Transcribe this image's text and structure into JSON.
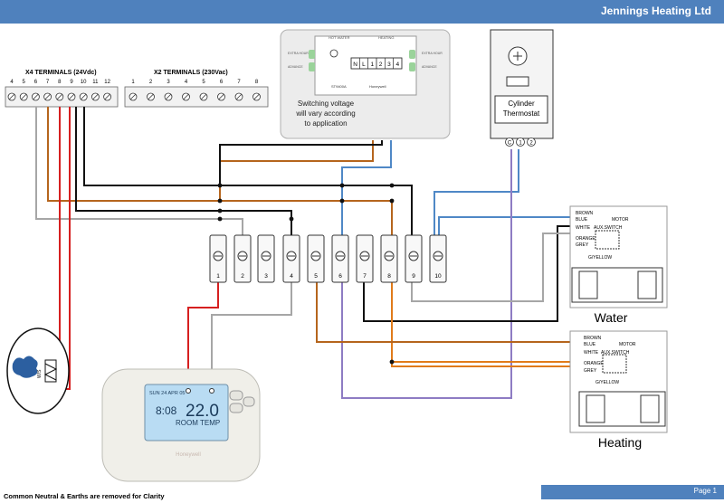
{
  "header": {
    "title": "Jennings Heating Ltd"
  },
  "footer": {
    "note": "Common Neutral & Earths are removed for Clarity",
    "page": "Page 1"
  },
  "x4": {
    "title": "X4 TERMINALS (24Vdc)",
    "labels": [
      "4",
      "5",
      "6",
      "7",
      "8",
      "9",
      "10",
      "11",
      "12"
    ]
  },
  "x2": {
    "title": "X2 TERMINALS (230Vac)",
    "labels": [
      "1",
      "2",
      "3",
      "4",
      "5",
      "6",
      "7",
      "8"
    ]
  },
  "programmer": {
    "left_top": "HOT WATER",
    "right_top": "HEATING",
    "left_a": "EXTRA HOUR",
    "left_b": "ADVANCE",
    "right_a": "EXTRA HOUR",
    "right_b": "ADVANCE",
    "terminals": [
      "N",
      "L",
      "1",
      "2",
      "3",
      "4"
    ],
    "model": "ST9400A",
    "brand": "Honeywell",
    "note": "Switching voltage will vary according to application"
  },
  "cylinder": {
    "label_line1": "Cylinder",
    "label_line2": "Thermostat",
    "terminals": [
      "C",
      "1",
      "2"
    ]
  },
  "strip": {
    "labels": [
      "1",
      "2",
      "3",
      "4",
      "5",
      "6",
      "7",
      "8",
      "9",
      "10"
    ]
  },
  "water_valve": {
    "title": "Water",
    "wires": [
      "BROWN",
      "BLUE",
      "WHITE",
      "ORANGE",
      "GREY",
      "G/YELLOW"
    ],
    "motor": "MOTOR",
    "aux": "AUX.SWITCH"
  },
  "heating_valve": {
    "title": "Heating",
    "wires": [
      "BROWN",
      "BLUE",
      "WHITE",
      "ORANGE",
      "GREY",
      "G/YELLOW"
    ],
    "motor": "MOTOR",
    "aux": "AUX.SWITCH"
  },
  "sensor": {
    "label": "W/S"
  },
  "room_stat": {
    "time": "8:08",
    "temp": "22.0",
    "room_text": "ROOM TEMP",
    "day_text": "SUN 24 APR 05",
    "brand": "Honeywell"
  },
  "colors": {
    "brown": "#b5651d",
    "blue": "#4f88c6",
    "black": "#111111",
    "grey": "#a6a6a6",
    "orange": "#e07b1a",
    "red": "#d62020",
    "purple": "#8e7cc3",
    "header": "#4f81bd"
  }
}
